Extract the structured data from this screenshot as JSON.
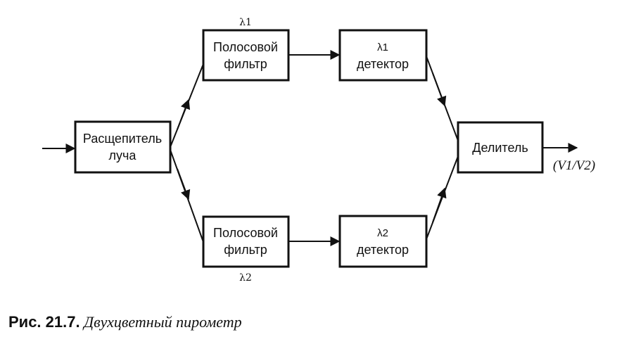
{
  "blocks": {
    "splitter": {
      "line1": "Расщепитель",
      "line2": "луча"
    },
    "filter_top": {
      "line1": "Полосовой",
      "line2": "фильтр",
      "label": "λ1"
    },
    "filter_bottom": {
      "line1": "Полосовой",
      "line2": "фильтр",
      "label": "λ2"
    },
    "detector_top": {
      "line1": "λ1",
      "line2": "детектор"
    },
    "detector_bottom": {
      "line1": "λ2",
      "line2": "детектор"
    },
    "divider": {
      "line1": "Делитель"
    }
  },
  "output_label": "(V1/V2)",
  "caption": {
    "number": "Рис. 21.7.",
    "title": "Двухцветный пирометр"
  }
}
